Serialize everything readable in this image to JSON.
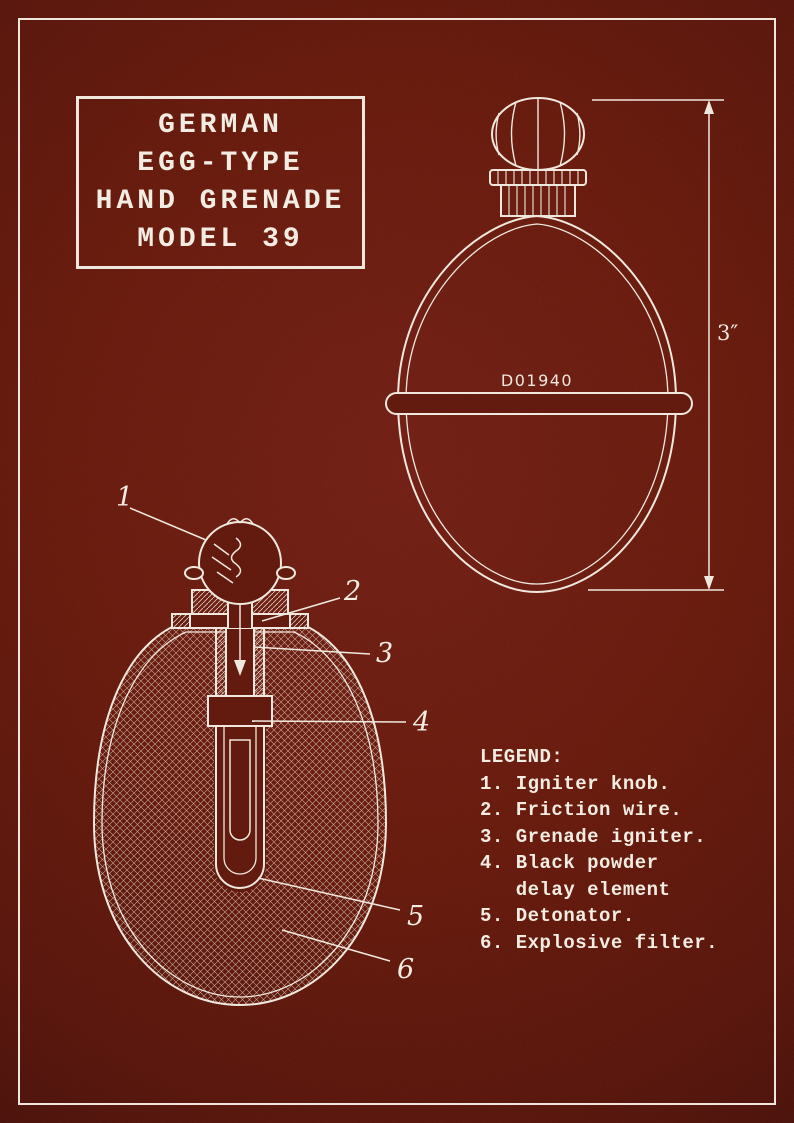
{
  "page": {
    "background_center": "#701c12",
    "background_edge": "#430d07",
    "line_color": "#f0e8de"
  },
  "title_box": {
    "lines": [
      "GERMAN",
      "EGG-TYPE",
      "HAND GRENADE",
      "MODEL 39"
    ]
  },
  "exterior_view": {
    "serial": "D01940",
    "dimension_label": "3″"
  },
  "cross_section": {
    "callouts": [
      "1",
      "2",
      "3",
      "4",
      "5",
      "6"
    ]
  },
  "legend": {
    "header": "LEGEND:",
    "items": [
      "1. Igniter knob.",
      "2. Friction wire.",
      "3. Grenade igniter.",
      "4. Black powder",
      "   delay element",
      "5. Detonator.",
      "6. Explosive filter."
    ]
  }
}
